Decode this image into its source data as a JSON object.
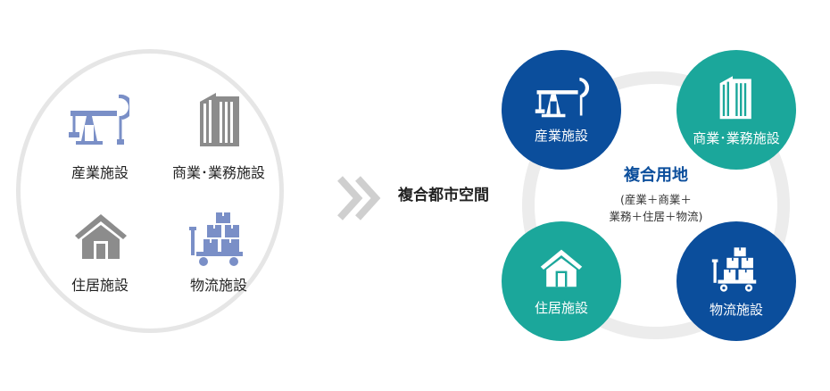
{
  "left": {
    "items": [
      {
        "label": "産業施設",
        "icon": "oil-pump-icon"
      },
      {
        "label": "商業･業務施設",
        "icon": "office-building-icon"
      },
      {
        "label": "住居施設",
        "icon": "house-icon"
      },
      {
        "label": "物流施設",
        "icon": "cargo-cart-icon"
      }
    ]
  },
  "middle": {
    "title": "複合都市空間"
  },
  "right": {
    "center_title": "複合用地",
    "center_sub_line1": "(産業＋商業＋",
    "center_sub_line2": "業務＋住居＋物流)",
    "bubbles": [
      {
        "label": "産業施設",
        "color": "#0b4e9c"
      },
      {
        "label": "商業･業務施設",
        "color": "#1ba79b"
      },
      {
        "label": "住居施設",
        "color": "#1ba79b"
      },
      {
        "label": "物流施設",
        "color": "#0b4e9c"
      }
    ]
  },
  "colors": {
    "icon_blue": "#7a8fc7",
    "icon_gray": "#8c8c8c",
    "ring": "#ececec",
    "arrow": "#cfcfcf"
  }
}
